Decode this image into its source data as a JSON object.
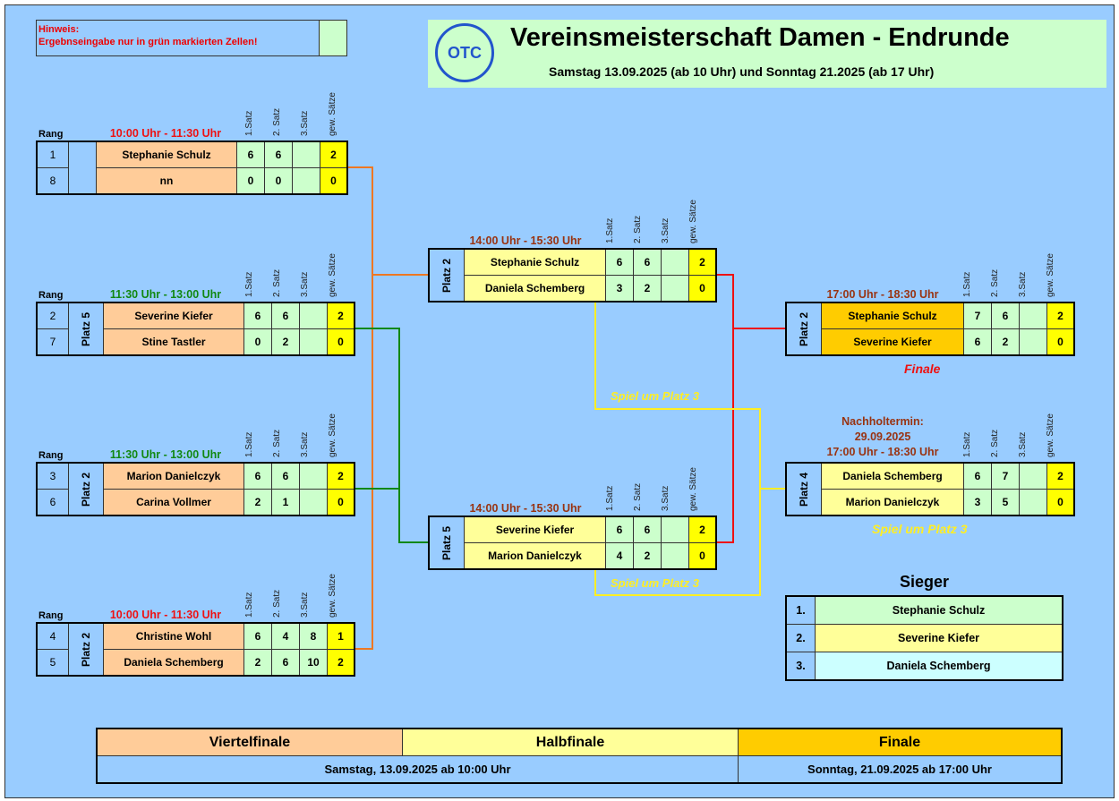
{
  "hint": {
    "line1": "Hinweis:",
    "line2": "Ergebnseingabe nur in grün markierten Zellen!"
  },
  "header": {
    "logo": "OTC",
    "title": "Vereinsmeisterschaft Damen - Endrunde",
    "subtitle": "Samstag 13.09.2025 (ab 10 Uhr) und Sonntag 21.2025 (ab 17 Uhr)"
  },
  "set_headers": [
    "1.Satz",
    "2. Satz",
    "3.Satz",
    "gew. Sätze"
  ],
  "rang_label": "Rang",
  "matches": [
    {
      "id": "qf1",
      "time": "10:00 Uhr - 11:30 Uhr",
      "time_color": "#ee1111",
      "platz": "",
      "players": [
        {
          "rank": "1",
          "name": "Stephanie Schulz",
          "sets": [
            "6",
            "6",
            ""
          ],
          "won": "2"
        },
        {
          "rank": "8",
          "name": "nn",
          "sets": [
            "0",
            "0",
            ""
          ],
          "won": "0"
        }
      ]
    },
    {
      "id": "qf2",
      "time": "11:30 Uhr - 13:00 Uhr",
      "time_color": "#118811",
      "platz": "Platz 5",
      "players": [
        {
          "rank": "2",
          "name": "Severine Kiefer",
          "sets": [
            "6",
            "6",
            ""
          ],
          "won": "2"
        },
        {
          "rank": "7",
          "name": "Stine Tastler",
          "sets": [
            "0",
            "2",
            ""
          ],
          "won": "0"
        }
      ]
    },
    {
      "id": "qf3",
      "time": "11:30 Uhr - 13:00 Uhr",
      "time_color": "#118811",
      "platz": "Platz 2",
      "players": [
        {
          "rank": "3",
          "name": "Marion Danielczyk",
          "sets": [
            "6",
            "6",
            ""
          ],
          "won": "2"
        },
        {
          "rank": "6",
          "name": "Carina Vollmer",
          "sets": [
            "2",
            "1",
            ""
          ],
          "won": "0"
        }
      ]
    },
    {
      "id": "qf4",
      "time": "10:00 Uhr - 11:30 Uhr",
      "time_color": "#ee1111",
      "platz": "Platz 2",
      "players": [
        {
          "rank": "4",
          "name": "Christine Wohl",
          "sets": [
            "6",
            "4",
            "8"
          ],
          "won": "1"
        },
        {
          "rank": "5",
          "name": "Daniela Schemberg",
          "sets": [
            "2",
            "6",
            "10"
          ],
          "won": "2"
        }
      ]
    },
    {
      "id": "sf1",
      "time": "14:00 Uhr - 15:30 Uhr",
      "time_color": "#993311",
      "platz": "Platz 2",
      "players": [
        {
          "name": "Stephanie Schulz",
          "sets": [
            "6",
            "6",
            ""
          ],
          "won": "2"
        },
        {
          "name": "Daniela Schemberg",
          "sets": [
            "3",
            "2",
            ""
          ],
          "won": "0"
        }
      ]
    },
    {
      "id": "sf2",
      "time": "14:00 Uhr - 15:30 Uhr",
      "time_color": "#993311",
      "platz": "Platz 5",
      "players": [
        {
          "name": "Severine Kiefer",
          "sets": [
            "6",
            "6",
            ""
          ],
          "won": "2"
        },
        {
          "name": "Marion Danielczyk",
          "sets": [
            "4",
            "2",
            ""
          ],
          "won": "0"
        }
      ]
    },
    {
      "id": "fin",
      "time": "17:00 Uhr - 18:30 Uhr",
      "time_color": "#993311",
      "platz": "Platz 2",
      "players": [
        {
          "name": "Stephanie Schulz",
          "sets": [
            "7",
            "6",
            ""
          ],
          "won": "2"
        },
        {
          "name": "Severine Kiefer",
          "sets": [
            "6",
            "2",
            ""
          ],
          "won": "0"
        }
      ]
    },
    {
      "id": "p3",
      "time": "Nachholtermin:\n29.09.2025\n17:00 Uhr - 18:30 Uhr",
      "time_color": "#993311",
      "platz": "Platz 4",
      "players": [
        {
          "name": "Daniela Schemberg",
          "sets": [
            "6",
            "7",
            ""
          ],
          "won": "2"
        },
        {
          "name": "Marion Danielczyk",
          "sets": [
            "3",
            "5",
            ""
          ],
          "won": "0"
        }
      ]
    }
  ],
  "labels": {
    "finale": "Finale",
    "platz3": "Spiel um Platz 3"
  },
  "sieger": {
    "title": "Sieger",
    "rows": [
      {
        "place": "1.",
        "name": "Stephanie Schulz"
      },
      {
        "place": "2.",
        "name": "Severine Kiefer"
      },
      {
        "place": "3.",
        "name": "Daniela Schemberg"
      }
    ]
  },
  "legend": {
    "qf": "Viertelfinale",
    "sf": "Halbfinale",
    "f": "Finale",
    "sat": "Samstag, 13.09.2025 ab 10:00 Uhr",
    "sun": "Sonntag, 21.09.2025 ab 17:00 Uhr"
  },
  "colors": {
    "orange": "#ee7722",
    "green": "#118811",
    "red": "#ee1111",
    "yellow": "#ffee22"
  }
}
